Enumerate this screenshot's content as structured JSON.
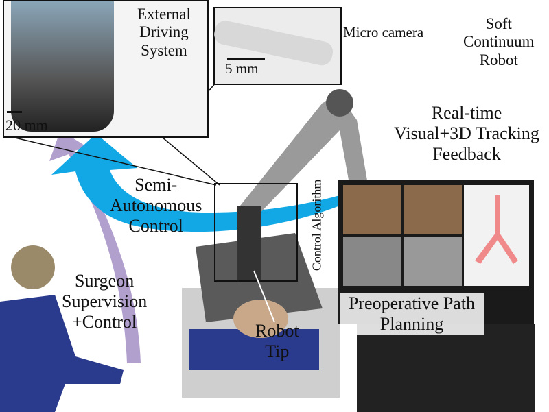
{
  "inset_driving": {
    "title_lines": [
      "External",
      "Driving",
      "System"
    ],
    "scale": "20 mm"
  },
  "inset_robot": {
    "camera_label": "Micro camera",
    "scale": "5 mm"
  },
  "soft_robot": {
    "lines": [
      "Soft",
      "Continuum",
      "Robot"
    ]
  },
  "feedback": {
    "lines": [
      "Real-time",
      "Visual+3D Tracking",
      "Feedback"
    ]
  },
  "control": {
    "lines": [
      "Semi-",
      "Autonomous",
      "Control"
    ]
  },
  "algorithm": "Control Algorithm",
  "surgeon": {
    "lines": [
      "Surgeon",
      "Supervision",
      "+Control"
    ]
  },
  "tip": {
    "lines": [
      "Robot",
      "Tip"
    ]
  },
  "planning": {
    "lines": [
      "Preoperative Path",
      "Planning"
    ]
  },
  "colors": {
    "blue_arrow": "#12a8e6",
    "purple_arrow": "#a995c9",
    "scrub": "#2a3a8c",
    "monitor": "#1a1a1a"
  }
}
